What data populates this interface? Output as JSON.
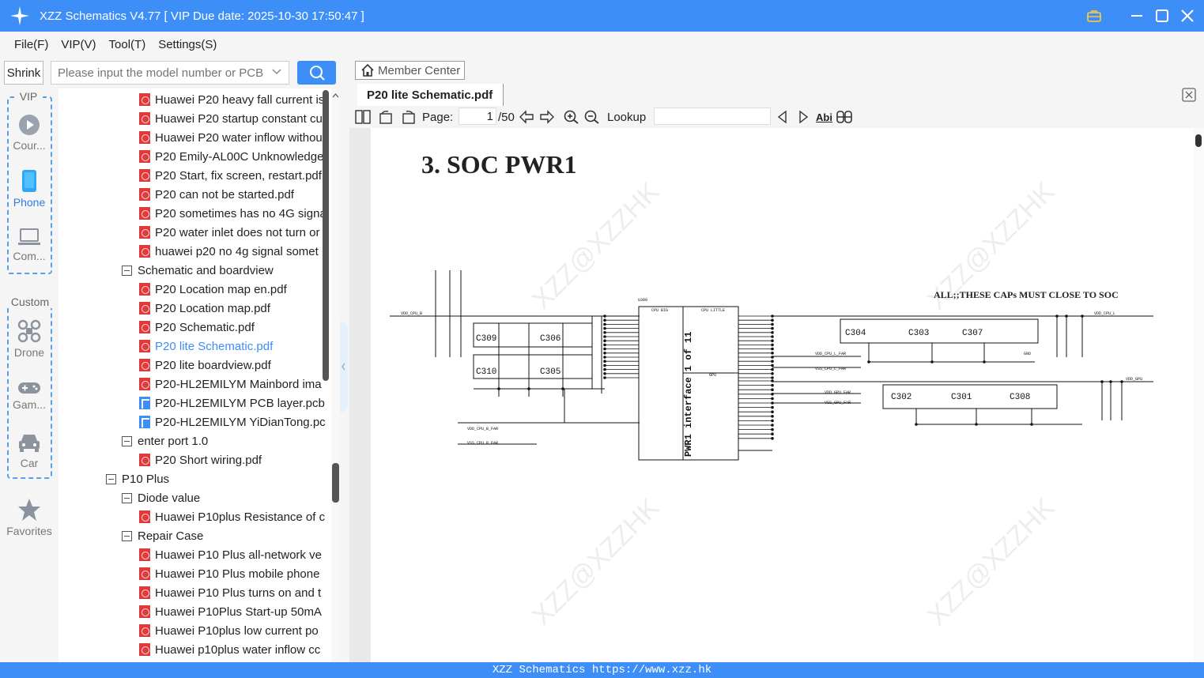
{
  "window": {
    "title": "XZZ Schematics V4.77 [ VIP Due date: 2025-10-30 17:50:47 ]"
  },
  "menu": [
    "File(F)",
    "VIP(V)",
    "Tool(T)",
    "Settings(S)"
  ],
  "toolbar": {
    "shrink_label": "Shrink",
    "search_placeholder": "Please input the model number or PCB"
  },
  "nav": {
    "vip_group_label": "VIP",
    "custom_group_label": "Custom",
    "items": [
      {
        "label": "Cour...",
        "icon": "play-circle-icon"
      },
      {
        "label": "Phone",
        "icon": "phone-icon"
      },
      {
        "label": "Com...",
        "icon": "laptop-icon"
      },
      {
        "label": "Drone",
        "icon": "drone-icon"
      },
      {
        "label": "Gam...",
        "icon": "gamepad-icon"
      },
      {
        "label": "Car",
        "icon": "car-icon"
      },
      {
        "label": "Favorites",
        "icon": "star-icon"
      }
    ]
  },
  "tree": [
    {
      "label": "Huawei P20 heavy fall current is",
      "kind": "pdf",
      "level": 3
    },
    {
      "label": "Huawei P20 startup constant cu",
      "kind": "pdf",
      "level": 3
    },
    {
      "label": "Huawei P20 water inflow withou",
      "kind": "pdf",
      "level": 3
    },
    {
      "label": "P20 Emily-AL00C Unknowledge",
      "kind": "pdf",
      "level": 3
    },
    {
      "label": "P20 Start, fix screen, restart.pdf",
      "kind": "pdf",
      "level": 3
    },
    {
      "label": "P20 can not be started.pdf",
      "kind": "pdf",
      "level": 3
    },
    {
      "label": "P20 sometimes has no 4G signa",
      "kind": "pdf",
      "level": 3
    },
    {
      "label": "P20 water inlet does not turn or",
      "kind": "pdf",
      "level": 3
    },
    {
      "label": "huawei p20 no 4g signal somet",
      "kind": "pdf",
      "level": 3
    },
    {
      "label": "Schematic and boardview",
      "kind": "folder",
      "level": 2
    },
    {
      "label": "P20 Location map en.pdf",
      "kind": "pdf",
      "level": 3
    },
    {
      "label": "P20 Location map.pdf",
      "kind": "pdf",
      "level": 3
    },
    {
      "label": "P20 Schematic.pdf",
      "kind": "pdf",
      "level": 3
    },
    {
      "label": "P20 lite Schematic.pdf",
      "kind": "pdf",
      "level": 3,
      "selected": true
    },
    {
      "label": "P20 lite boardview.pdf",
      "kind": "pdf",
      "level": 3
    },
    {
      "label": "P20-HL2EMILYM Mainbord ima",
      "kind": "pdf",
      "level": 3
    },
    {
      "label": "P20-HL2EMILYM PCB layer.pcb",
      "kind": "pcb",
      "level": 3
    },
    {
      "label": "P20-HL2EMILYM YiDianTong.pc",
      "kind": "pcb",
      "level": 3
    },
    {
      "label": "enter port 1.0",
      "kind": "folder",
      "level": 2
    },
    {
      "label": "P20 Short wiring.pdf",
      "kind": "pdf",
      "level": 3
    },
    {
      "label": "P10 Plus",
      "kind": "folder",
      "level": 1
    },
    {
      "label": "Diode value",
      "kind": "folder",
      "level": 2
    },
    {
      "label": "Huawei P10plus Resistance of c",
      "kind": "pdf",
      "level": 3
    },
    {
      "label": "Repair Case",
      "kind": "folder",
      "level": 2
    },
    {
      "label": "Huawei P10 Plus all-network ve",
      "kind": "pdf",
      "level": 3
    },
    {
      "label": "Huawei P10 Plus mobile phone",
      "kind": "pdf",
      "level": 3
    },
    {
      "label": "Huawei P10 Plus turns on and t",
      "kind": "pdf",
      "level": 3
    },
    {
      "label": "Huawei P10Plus Start-up 50mA",
      "kind": "pdf",
      "level": 3
    },
    {
      "label": "Huawei P10plus low current po",
      "kind": "pdf",
      "level": 3
    },
    {
      "label": "Huawei p10plus water inflow cc",
      "kind": "pdf",
      "level": 3
    }
  ],
  "right": {
    "member_center_label": "Member Center",
    "tab_label": "P20 lite Schematic.pdf",
    "page_label": "Page:",
    "page_current": "1",
    "page_total": "/50",
    "lookup_label": "Lookup",
    "abi_label": "Abi"
  },
  "document": {
    "title": "3. SOC PWR1",
    "note": "ALL;;THESE CAPs MUST CLOSE TO SOC",
    "interface_label": "PWR1 interface 1 of 11",
    "watermark": "XZZ@XZZHK",
    "caps_left": [
      "C309",
      "C306",
      "C310",
      "C305"
    ],
    "caps_right_top": [
      "C304",
      "C303",
      "C307"
    ],
    "caps_right_bottom": [
      "C302",
      "C301",
      "C308"
    ],
    "nets": [
      "VDD_CPU_B",
      "VDD_CPU_L",
      "VDD_GPU",
      "VDD_CPU_B_FAR",
      "VSS_CPU_B_FAR",
      "VDD_CPU_L_FAR",
      "VSS_CPU_L_FAR",
      "VDD_GPU_FAR",
      "VSS_GPU_FAR",
      "GND"
    ],
    "chip_ref": "U300",
    "pin_groups": [
      "CPU BIG",
      "CPU LITTLE",
      "GPU"
    ]
  },
  "status": {
    "text": "XZZ Schematics https://www.xzz.hk"
  },
  "colors": {
    "accent": "#3e8ef7",
    "pdf_icon": "#e0393b",
    "selected_text": "#3e8ef7"
  }
}
